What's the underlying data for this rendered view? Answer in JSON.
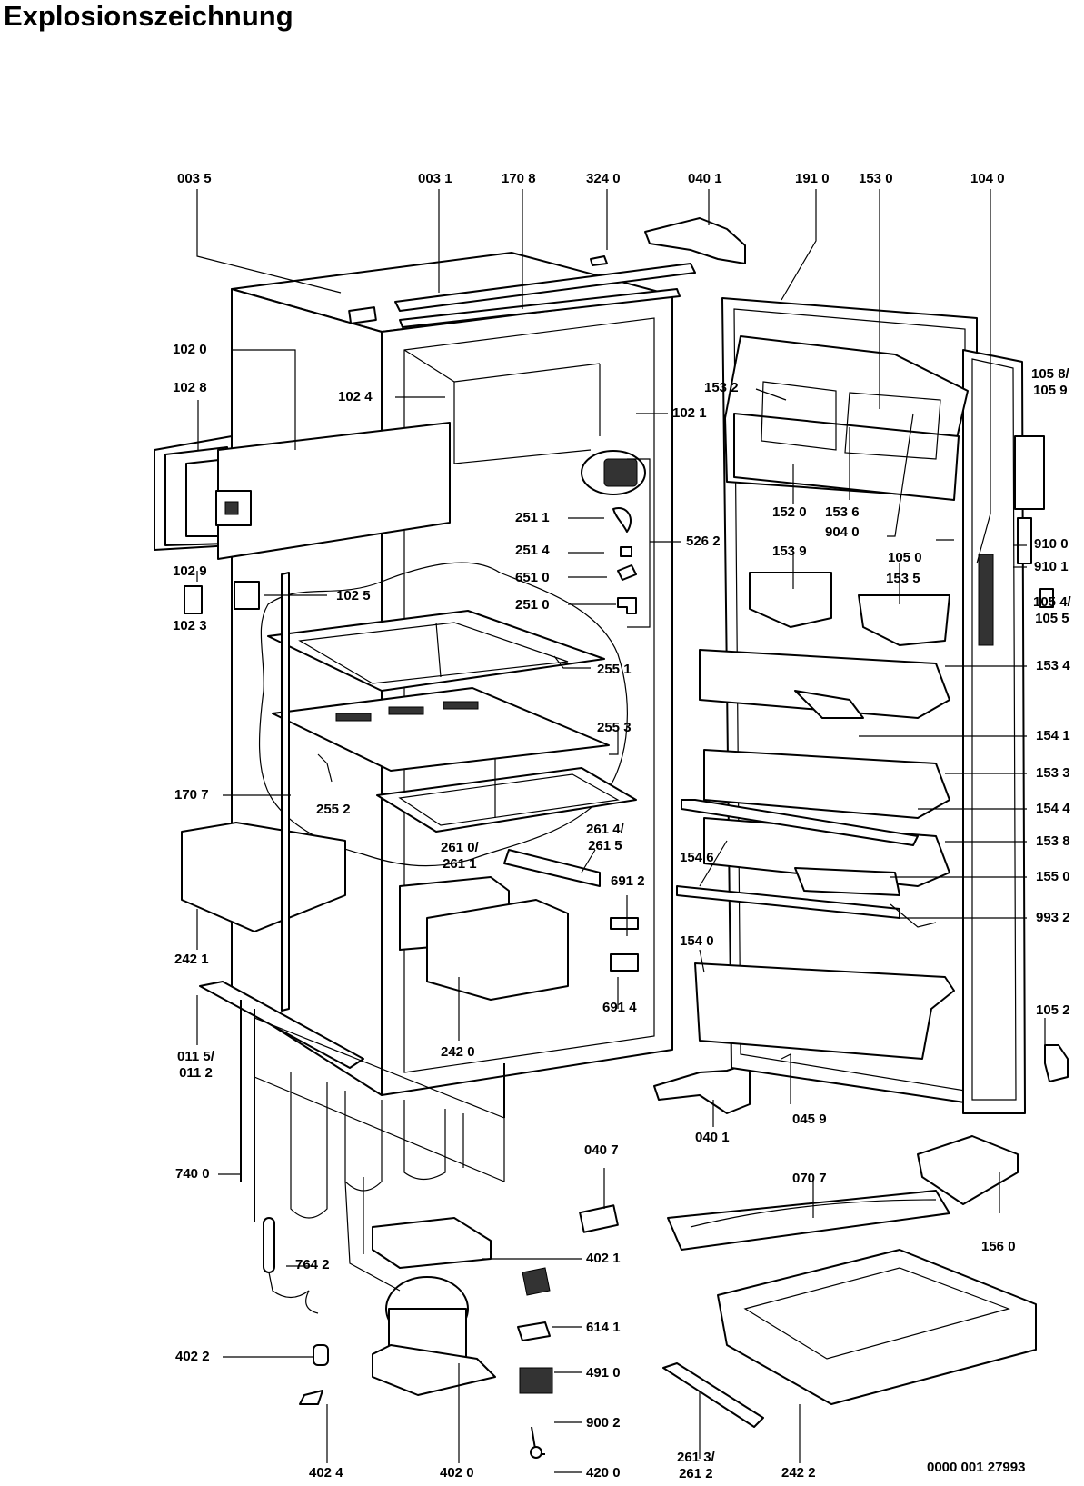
{
  "title": "Explosionszeichnung",
  "document_number": "0000 001 27993",
  "labels": {
    "l0035": "003 5",
    "l0031": "003 1",
    "l1708": "170 8",
    "l3240": "324 0",
    "l0401a": "040 1",
    "l1910": "191 0",
    "l1530": "153 0",
    "l1040": "104 0",
    "l1020": "102 0",
    "l1028": "102 8",
    "l1024": "102 4",
    "l1021": "102 1",
    "l1532": "153 2",
    "l1058": "105 8/\n105 9",
    "l1520": "152 0",
    "l1536": "153 6",
    "l9040": "904 0",
    "l2511": "251 1",
    "l2514": "251 4",
    "l6510": "651 0",
    "l2510": "251 0",
    "l5262": "526 2",
    "l1029": "102 9",
    "l1023": "102 3",
    "l1025": "102 5",
    "l1539": "153 9",
    "l1535": "153 5",
    "l1050": "105 0",
    "l9100": "910 0",
    "l9101": "910 1",
    "l1054": "105 4/\n105 5",
    "l1534": "153 4",
    "l2551": "255 1",
    "l2553": "255 3",
    "l1541": "154 1",
    "l1533": "153 3",
    "l1707": "170 7",
    "l2552": "255 2",
    "l1544": "154 4",
    "l1538": "153 8",
    "l2614": "261 4/\n261 5",
    "l2610": "261 0/\n261 1",
    "l1546": "154 6",
    "l1550": "155 0",
    "l6912": "691 2",
    "l9932": "993 2",
    "l1540": "154 0",
    "l2421": "242 1",
    "l6914": "691 4",
    "l1052": "105 2",
    "l2420": "242 0",
    "l0115": "011 5/\n011 2",
    "l0459": "045 9",
    "l0401b": "040 1",
    "l0407": "040 7",
    "l7400": "740 0",
    "l0707": "070 7",
    "l1560": "156 0",
    "l7642": "764 2",
    "l4021": "402 1",
    "l6141": "614 1",
    "l4022": "402 2",
    "l4910": "491 0",
    "l9002": "900 2",
    "l4024": "402 4",
    "l4020": "402 0",
    "l4200": "420 0",
    "l2613": "261 3/\n261 2",
    "l2422": "242 2"
  }
}
